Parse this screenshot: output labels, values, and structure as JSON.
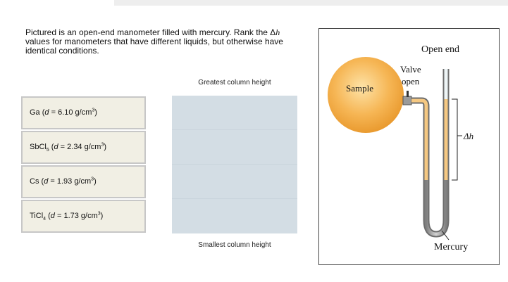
{
  "question": {
    "prompt_before_symbol": "Pictured is an open-end manometer filled with mercury. Rank the ",
    "delta_symbol": "Δ",
    "h_symbol": "h",
    "prompt_after_symbol": " values for manometers that have different liquids, but otherwise have identical conditions."
  },
  "tiles": [
    {
      "formula": "Ga",
      "formula_sub": "",
      "open": " (",
      "d": "d",
      "eq": " = 6.10 g/cm",
      "sup": "3",
      "close": ")"
    },
    {
      "formula": "SbCl",
      "formula_sub": "5",
      "open": " (",
      "d": "d",
      "eq": " = 2.34 g/cm",
      "sup": "3",
      "close": ")"
    },
    {
      "formula": "Cs",
      "formula_sub": "",
      "open": " (",
      "d": "d",
      "eq": " = 1.93 g/cm",
      "sup": "3",
      "close": ")"
    },
    {
      "formula": "TiCl",
      "formula_sub": "4",
      "open": " (",
      "d": "d",
      "eq": " = 1.73 g/cm",
      "sup": "3",
      "close": ")"
    }
  ],
  "ranking": {
    "top_label": "Greatest column height",
    "bottom_label": "Smallest column height"
  },
  "figure": {
    "open_end": "Open end",
    "valve_line1": "Valve",
    "valve_line2": "open",
    "sample": "Sample",
    "delta_h": "Δh",
    "mercury": "Mercury",
    "colors": {
      "sample": "#f4ad45",
      "liquid": "#f5c882",
      "mercury": "#a8a8a8",
      "tube_empty": "#eef5f6"
    }
  }
}
